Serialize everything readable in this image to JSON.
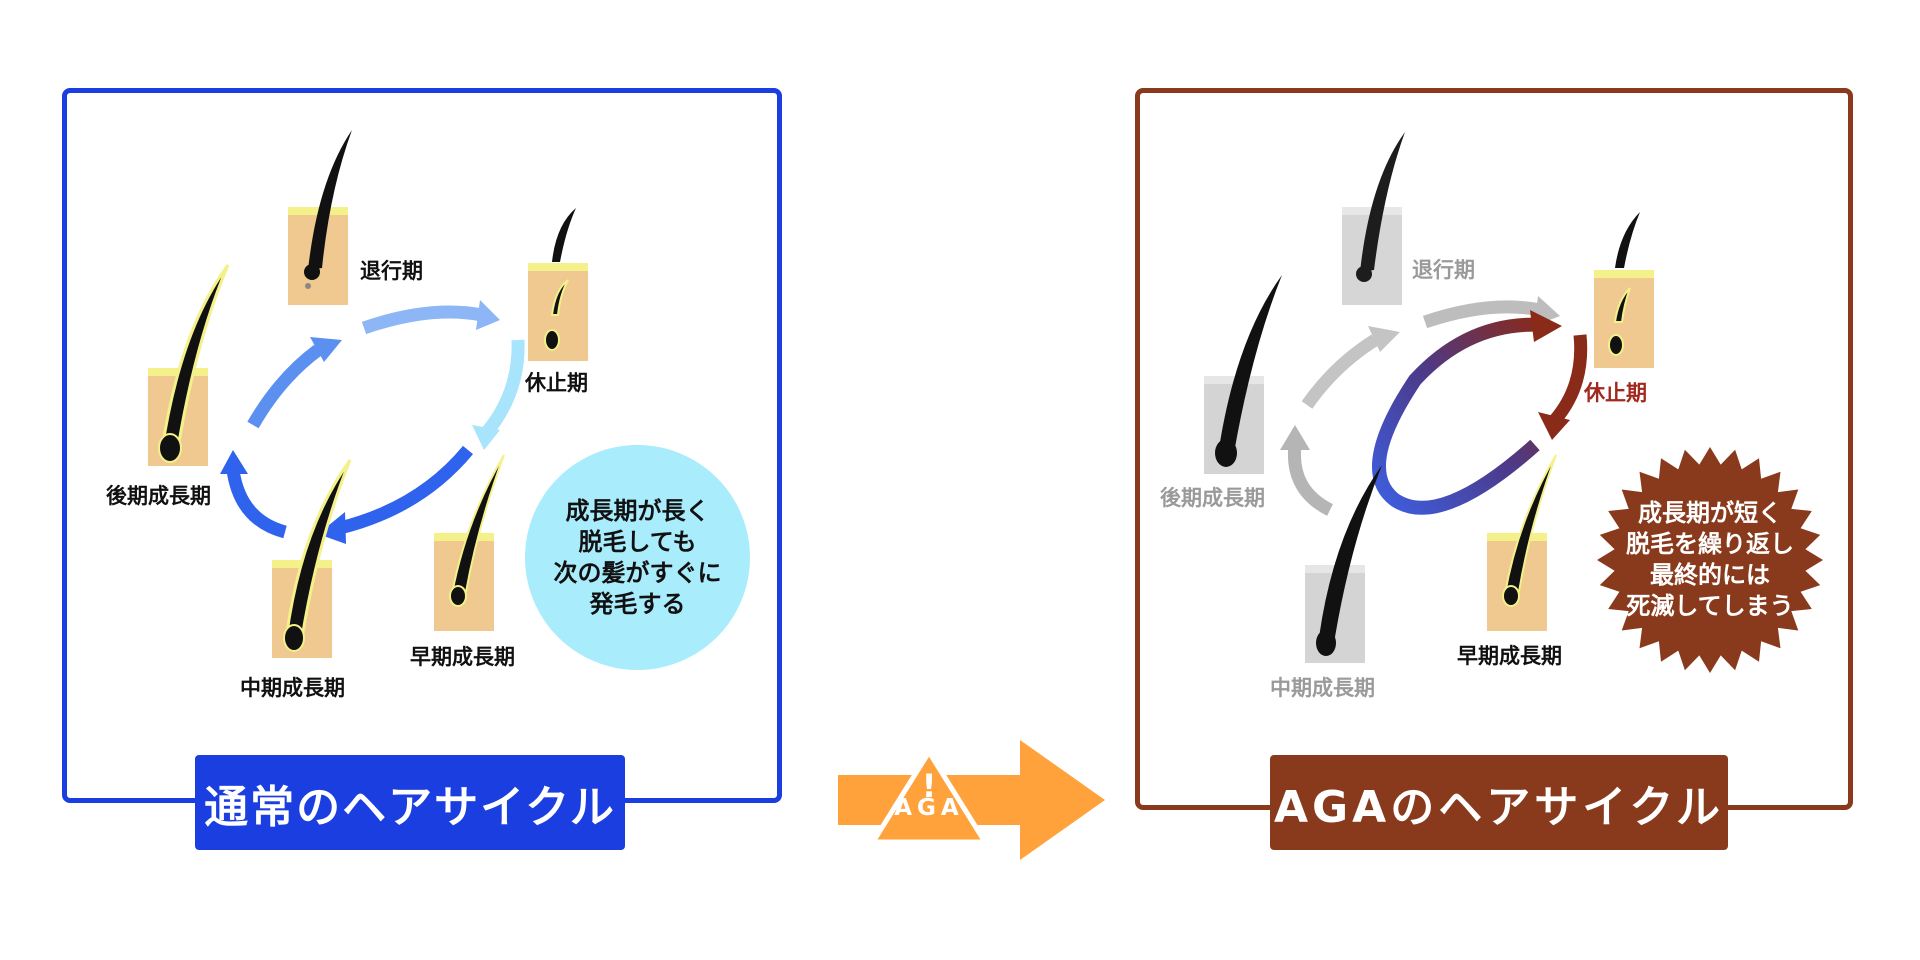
{
  "normal_cycle": {
    "title": "通常のヘアサイクル",
    "stages": {
      "catagen": "退行期",
      "telogen": "休止期",
      "late_anagen": "後期成長期",
      "mid_anagen": "中期成長期",
      "early_anagen": "早期成長期"
    },
    "note_lines": [
      "成長期が長く",
      "脱毛しても",
      "次の髪がすぐに",
      "発毛する"
    ]
  },
  "aga_cycle": {
    "title": "AGAのヘアサイクル",
    "stages": {
      "catagen": "退行期",
      "telogen": "休止期",
      "late_anagen": "後期成長期",
      "mid_anagen": "中期成長期",
      "early_anagen": "早期成長期"
    },
    "note_lines": [
      "成長期が短く",
      "脱毛を繰り返し",
      "最終的には",
      "死滅してしまう"
    ]
  },
  "transition_arrow": {
    "warning_symbol": "!",
    "label": "AGA"
  },
  "colors": {
    "normal_accent": "#1a3ee0",
    "aga_accent": "#8a3a1c",
    "skin": "#efc98f",
    "skin_top": "#f4f08a",
    "arrow_orange": "#ffa23c",
    "note_bubble": "#a9ecfc"
  },
  "icons": [
    "hair-follicle-icon",
    "cycle-arrow-icon",
    "warning-triangle-icon",
    "starburst-icon"
  ]
}
